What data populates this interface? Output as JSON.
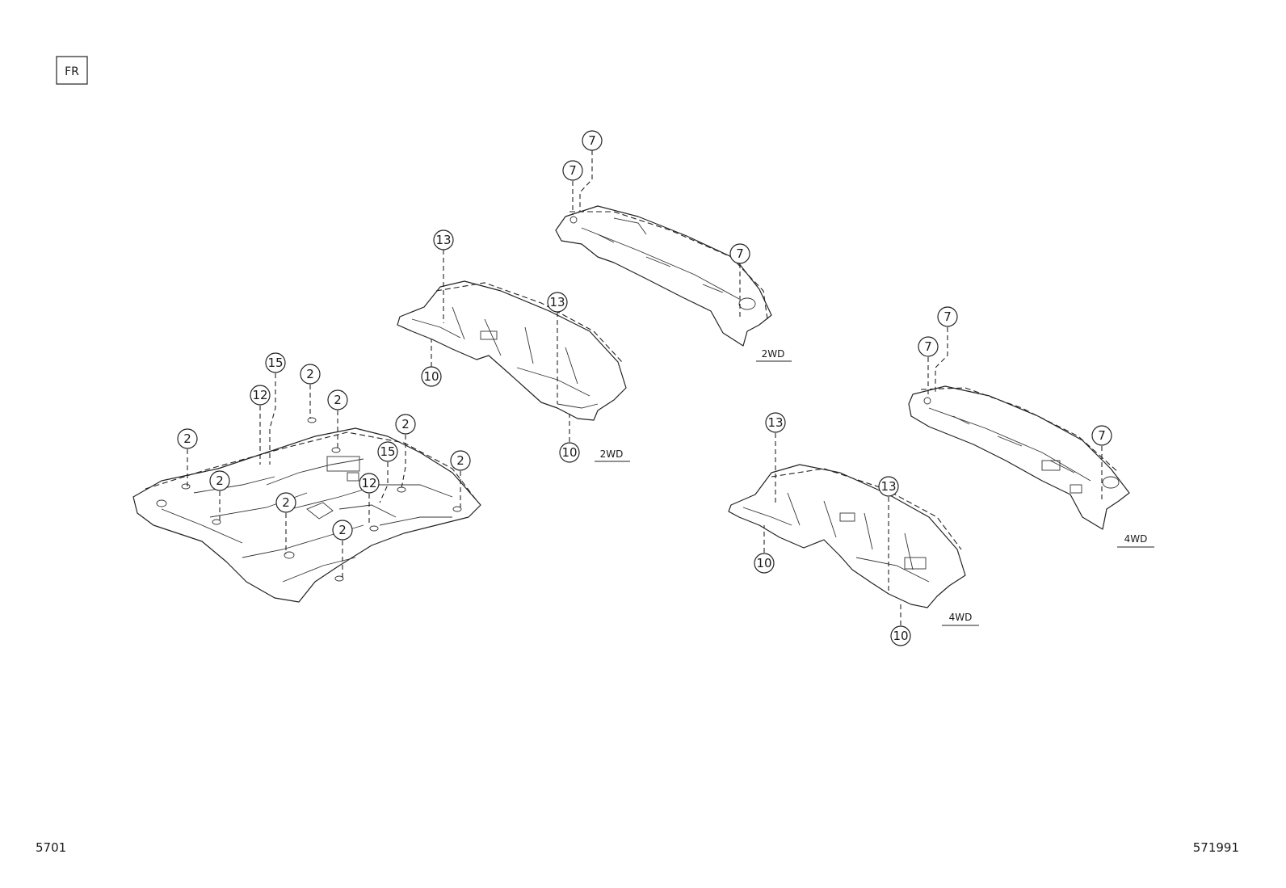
{
  "orientation_box": {
    "label": "FR"
  },
  "footer": {
    "left_code": "5701",
    "right_code": "571991"
  },
  "variants": {
    "upper_front_2wd": "2WD",
    "front_shield_2wd": "2WD",
    "front_shield_4wd": "4WD",
    "upper_4wd": "4WD"
  },
  "callouts": [
    {
      "id": "c1",
      "num": "7"
    },
    {
      "id": "c2",
      "num": "7"
    },
    {
      "id": "c3",
      "num": "7"
    },
    {
      "id": "c4",
      "num": "13"
    },
    {
      "id": "c5",
      "num": "13"
    },
    {
      "id": "c6",
      "num": "10"
    },
    {
      "id": "c7",
      "num": "10"
    },
    {
      "id": "c8",
      "num": "15"
    },
    {
      "id": "c9",
      "num": "2"
    },
    {
      "id": "c10",
      "num": "12"
    },
    {
      "id": "c11",
      "num": "2"
    },
    {
      "id": "c12",
      "num": "2"
    },
    {
      "id": "c13",
      "num": "2"
    },
    {
      "id": "c14",
      "num": "2"
    },
    {
      "id": "c15",
      "num": "15"
    },
    {
      "id": "c16",
      "num": "2"
    },
    {
      "id": "c17",
      "num": "2"
    },
    {
      "id": "c18",
      "num": "12"
    },
    {
      "id": "c19",
      "num": "2"
    },
    {
      "id": "c20",
      "num": "7"
    },
    {
      "id": "c21",
      "num": "7"
    },
    {
      "id": "c22",
      "num": "7"
    },
    {
      "id": "c23",
      "num": "13"
    },
    {
      "id": "c24",
      "num": "13"
    },
    {
      "id": "c25",
      "num": "10"
    },
    {
      "id": "c26",
      "num": "10"
    }
  ]
}
